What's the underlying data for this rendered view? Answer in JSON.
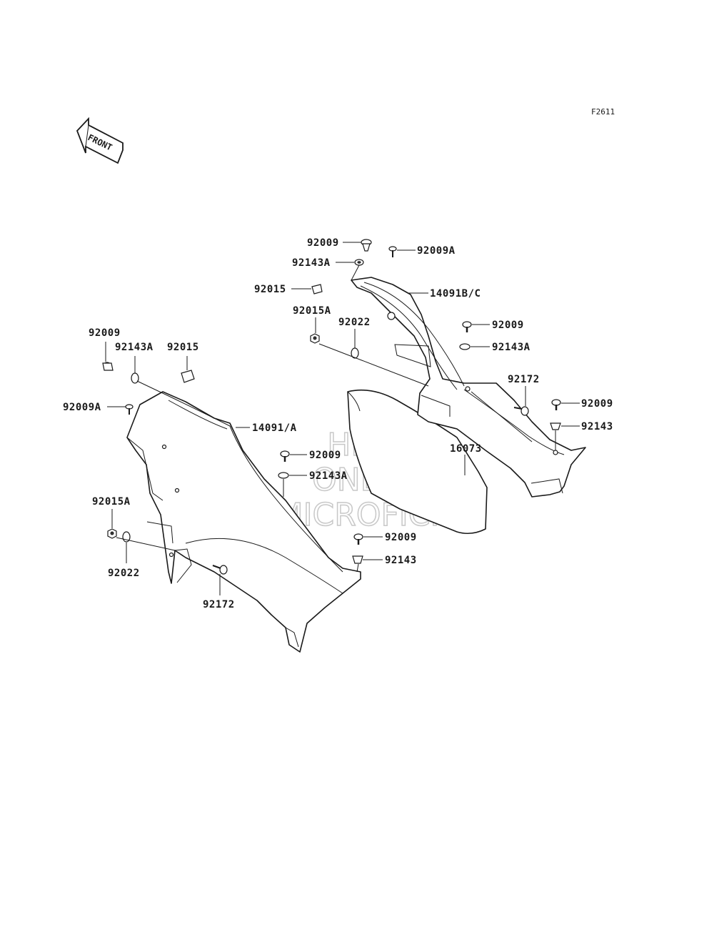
{
  "figure_id": "F2611",
  "front_label": "FRONT",
  "watermark": [
    "HLSM",
    "ONLINE",
    "MICROFICHE"
  ],
  "callouts": {
    "c1": "92009",
    "c2": "92009A",
    "c3": "92143A",
    "c4": "92015",
    "c5": "14091B/C",
    "c6": "92015A",
    "c7": "92022",
    "c8": "92009",
    "c9": "92143A",
    "c10": "92172",
    "c11": "92009",
    "c12": "92143",
    "c13": "16073",
    "c14": "92009",
    "c15": "92143A",
    "c16": "92009",
    "c17": "92143",
    "c18": "92009",
    "c19": "92143A",
    "c20": "92015",
    "c21": "92009A",
    "c22": "14091/A",
    "c23": "92015A",
    "c24": "92022",
    "c25": "92172"
  }
}
